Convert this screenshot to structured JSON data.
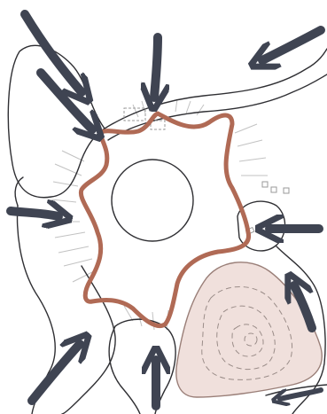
{
  "colors": {
    "background": "#ffffff",
    "outline": "#2f2f33",
    "arrow": "#3f4452",
    "core": "#b06a55",
    "blob_fill": "#f0e0dc",
    "blob_stroke": "#9a7f78",
    "hatch": "#b8b8b8"
  },
  "icons": {
    "arrow_shape": "thick-hand-drawn-arrow",
    "core_shape": "spiky-star-outline",
    "center_shape": "circle-outline"
  },
  "arrows": [
    {
      "id": "arrow-top-left-a",
      "direction": "down-right"
    },
    {
      "id": "arrow-top-left-b",
      "direction": "down-right"
    },
    {
      "id": "arrow-top-center",
      "direction": "down"
    },
    {
      "id": "arrow-top-right",
      "direction": "down-left"
    },
    {
      "id": "arrow-left",
      "direction": "right"
    },
    {
      "id": "arrow-right",
      "direction": "left"
    },
    {
      "id": "arrow-bottom-left",
      "direction": "up-right"
    },
    {
      "id": "arrow-bottom-center",
      "direction": "up"
    },
    {
      "id": "arrow-bottom-right",
      "direction": "up"
    },
    {
      "id": "arrow-corner-right",
      "direction": "left"
    }
  ]
}
